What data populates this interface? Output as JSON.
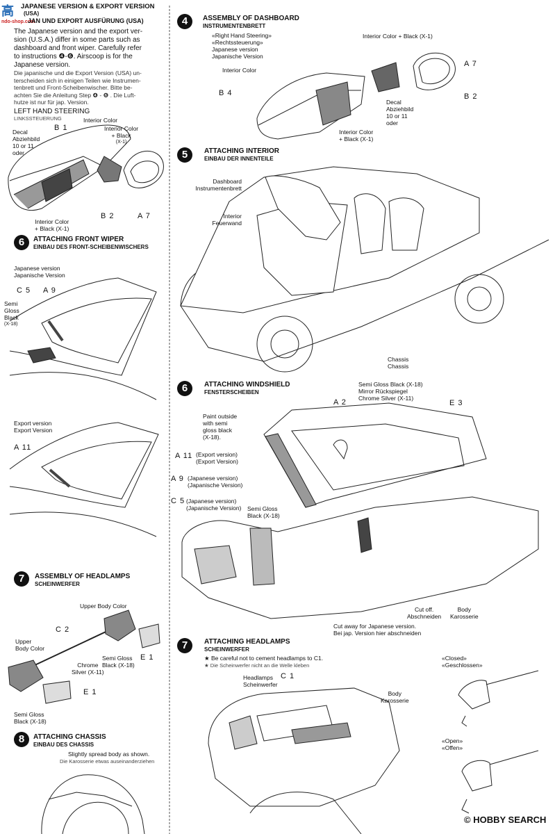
{
  "watermark_tl": {
    "logo": "高",
    "site": "ndo-shop.com"
  },
  "left": {
    "title1": "JAPANESE VERSION & EXPORT VERSION",
    "title2": "(USA)",
    "title3": "JAN UND EXPORT AUSFÜRUNG (USA)",
    "para_en": [
      "The Japanese version and the export ver-",
      "sion (U.S.A.) differ in some parts such as",
      "dashboard and front wiper. Carefully refer",
      "to instructions ❹-❻. Airscoop is for the",
      "Japanese version."
    ],
    "para_de": [
      "Die japanische und die Export Version (USA) un-",
      "terscheiden sich in einigen Teilen wie Instrumen-",
      "tenbrett und Front-Scheibenwischer. Bitte be-",
      "achten Sie die Anleitung Step ❹ - ❻ . Die Luft-",
      "hutze ist nur für jap. Version."
    ],
    "lhs_en": "LEFT HAND STEERING",
    "lhs_de": "LINKSSTEUERUNG",
    "dash": {
      "interior_color": "Interior Color",
      "interior_black": [
        "Interior Color",
        "+ Black",
        "(X-1)"
      ],
      "decal": [
        "Decal",
        "Abziehbild",
        "10 or 11",
        "oder"
      ],
      "b1": "B 1",
      "b2": "B 2",
      "a7": "A 7",
      "bottom_color": [
        "Interior Color",
        "+ Black (X-1)"
      ]
    },
    "step6": {
      "num": "6",
      "title_en": "ATTACHING FRONT WIPER",
      "title_de": "EINBAU DES FRONT-SCHEIBENWISCHERS",
      "jp_en": "Japanese version",
      "jp_de": "Japanische Version",
      "c5": "C 5",
      "a9": "A 9",
      "semi": [
        "Semi",
        "Gloss",
        "Black",
        "(X-18)"
      ],
      "ex_en": "Export version",
      "ex_de": "Export Version",
      "a11": "A 11"
    },
    "step7": {
      "num": "7",
      "title_en": "ASSEMBLY OF HEADLAMPS",
      "title_de": "SCHEINWERFER",
      "upper_body": "Upper Body Color",
      "c2": "C 2",
      "upper": [
        "Upper",
        "Body Color"
      ],
      "chrome": [
        "Chrome",
        "Silver (X-11)"
      ],
      "semi_gloss": [
        "Semi Gloss",
        "Black (X-18)"
      ],
      "e1a": "E 1",
      "e1b": "E 1",
      "semi_bottom": [
        "Semi Gloss",
        "Black (X-18)"
      ]
    },
    "step8": {
      "num": "8",
      "title_en": "ATTACHING CHASSIS",
      "title_de": "EINBAU DES CHASSIS",
      "note_en": "Slightly spread body as shown.",
      "note_de": "Die Karosserie etwas auseinanderziehen"
    }
  },
  "right": {
    "step4": {
      "num": "4",
      "title_en": "ASSEMBLY OF DASHBOARD",
      "title_de": "INSTRUMENTENBRETT",
      "rhs": [
        "«Right Hand Steering»",
        "«Rechtssteuerung»",
        "Japanese version",
        "Japanische Version"
      ],
      "interior_black": "Interior Color + Black (X-1)",
      "a7": "A 7",
      "interior": "Interior Color",
      "b4": "B 4",
      "b2": "B 2",
      "decal": [
        "Decal",
        "Abziehbild",
        "10 or 11",
        "oder"
      ],
      "bottom": [
        "Interior Color",
        "+ Black (X-1)"
      ]
    },
    "step5": {
      "num": "5",
      "title_en": "ATTACHING INTERIOR",
      "title_de": "EINBAU DER INNENTEILE",
      "dashboard": [
        "Dashboard",
        "Instrumentenbrett"
      ],
      "interior": [
        "Interior",
        "Feuerwand"
      ],
      "chassis": [
        "Chassis",
        "Chassis"
      ]
    },
    "step6": {
      "num": "6",
      "title_en": "ATTACHING WINDSHIELD",
      "title_de": "FENSTERSCHEIBEN",
      "mirror": [
        "Semi Gloss Black (X-18)",
        "Mirror  Rückspiegel",
        "Chrome Silver (X-11)"
      ],
      "a2": "A 2",
      "e3": "E 3",
      "paint": [
        "Paint outside",
        "with semi",
        "gloss black",
        "(X-18)."
      ],
      "a11": "A 11",
      "a11_n": [
        "(Export version)",
        "(Export Version)"
      ],
      "a9": "A 9",
      "a9_n": [
        "(Japanese version)",
        "(Japanische Version)"
      ],
      "c5": "C 5",
      "c5_n": [
        "(Japanese version)",
        "(Japanische Version)"
      ],
      "semi": [
        "Semi Gloss",
        "Black (X-18)"
      ],
      "cut": [
        "Cut off.",
        "Abschneiden"
      ],
      "body": [
        "Body",
        "Karosserie"
      ],
      "cutjp": [
        "Cut away for Japanese version.",
        "Bei jap. Version hier abschneiden"
      ]
    },
    "step7": {
      "num": "7",
      "title_en": "ATTACHING HEADLAMPS",
      "title_de": "SCHEINWERFER",
      "note_en": "★ Be careful not to cement headlamps to C1.",
      "note_de": "★ Die Scheinwerfer nicht an die Welle kleben",
      "closed": [
        "«Closed»",
        "«Geschlossen»"
      ],
      "open": [
        "«Open»",
        "«Offen»"
      ],
      "headlamps": [
        "Headlamps",
        "Scheinwerfer"
      ],
      "c1": "C 1",
      "body": [
        "Body",
        "Karosserie"
      ]
    }
  },
  "footer": {
    "logo": "HOBBY SEARCH",
    "copyright": "©"
  }
}
